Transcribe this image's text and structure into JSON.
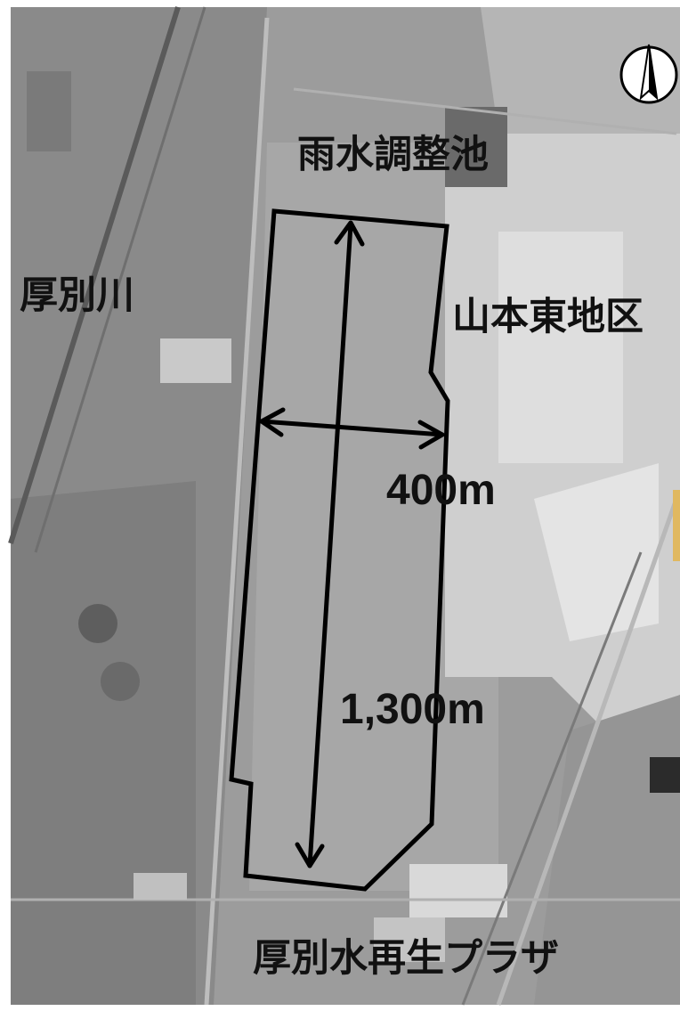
{
  "map": {
    "labels": {
      "rain_pond": "雨水調整池",
      "atsubetsu_river": "厚別川",
      "yamamoto_east": "山本東地区",
      "water_plaza": "厚別水再生プラザ"
    },
    "dimensions": {
      "width": "400m",
      "length": "1,300m"
    },
    "colors": {
      "outline": "#000000",
      "background_gray": "#9a9a9a",
      "edge_accent": "#e0b860"
    },
    "icons": {
      "north_arrow": "north-arrow-icon"
    }
  }
}
